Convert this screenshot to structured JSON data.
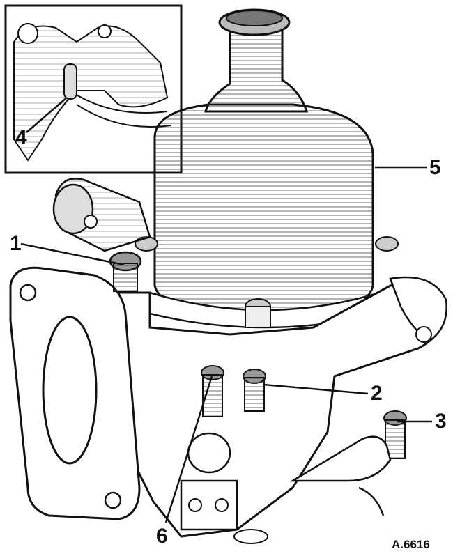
{
  "figure": {
    "reference": "A.6616",
    "callouts": [
      {
        "id": "1",
        "label": "1"
      },
      {
        "id": "2",
        "label": "2"
      },
      {
        "id": "3",
        "label": "3"
      },
      {
        "id": "4",
        "label": "4"
      },
      {
        "id": "5",
        "label": "5"
      },
      {
        "id": "6",
        "label": "6"
      }
    ]
  },
  "colors": {
    "ink": "#111111",
    "paper": "#ffffff",
    "shade": "#e9e9e9"
  }
}
